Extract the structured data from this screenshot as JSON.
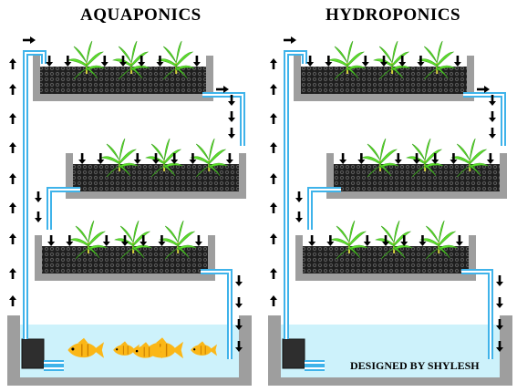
{
  "titles": {
    "aquaponics": "AQUAPONICS",
    "hydroponics": "HYDROPONICS"
  },
  "credit": "DESIGNED BY SHYLESH",
  "colors": {
    "background": "#ffffff",
    "tank_wall": "#9e9e9e",
    "water": "#cdf2fb",
    "pipe_outer": "#3fb3ea",
    "pipe_inner": "#ffffff",
    "grow_media": "#3a3a3a",
    "plant_leaf": "#5ee02b",
    "plant_stem": "#d6d43c",
    "fish": "#fbb717",
    "pump": "#2e2e2e",
    "arrow": "#000000"
  },
  "icons": {
    "arrow": "black-arrow-icon",
    "plant": "plant-icon",
    "fish": "fish-icon",
    "pump": "pump-icon"
  },
  "systems": [
    {
      "name": "aquaponics",
      "grow_beds": 3,
      "plants_per_bed": 3,
      "fish_count": 5
    },
    {
      "name": "hydroponics",
      "grow_beds": 3,
      "plants_per_bed": 3,
      "fish_count": 0
    }
  ]
}
